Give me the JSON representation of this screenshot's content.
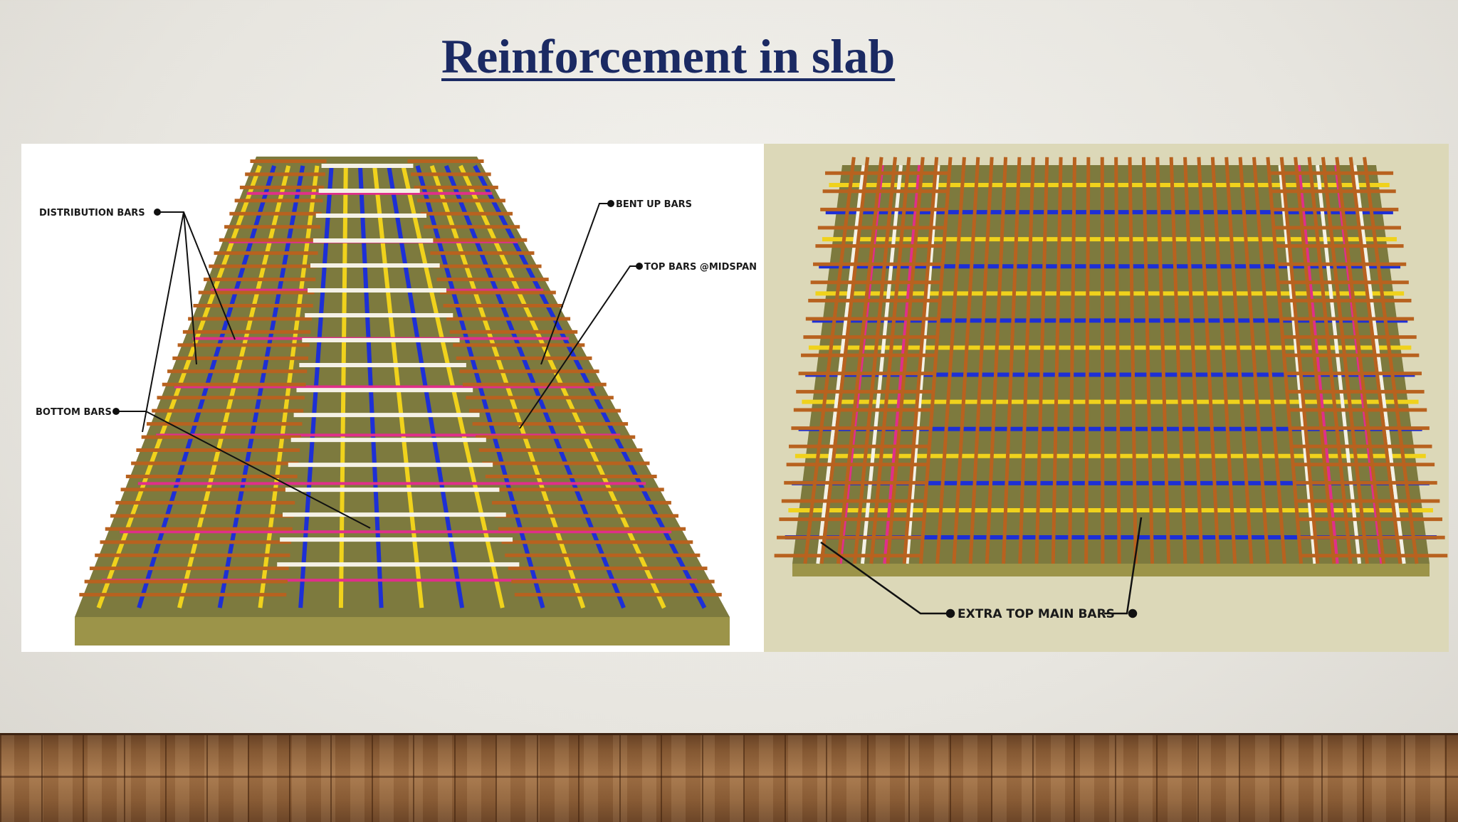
{
  "slide": {
    "title": "Reinforcement in slab"
  },
  "left_figure": {
    "labels": {
      "distribution_bars": "DISTRIBUTION BARS",
      "bent_up_bars": "BENT UP BARS",
      "top_bars_midspan": "TOP BARS @MIDSPAN",
      "bottom_bars": "BOTTOM BARS"
    }
  },
  "right_figure": {
    "labels": {
      "extra_top_main_bars": "EXTRA TOP MAIN BARS"
    }
  },
  "colors": {
    "title": "#1b2a63",
    "slab_top": "#7d7a3e",
    "slab_side": "#9c9449",
    "main_bars": "#b8621f",
    "blue_bars": "#1d2fd6",
    "yellow_bars": "#f0d21c",
    "pink_bars": "#e02f8a",
    "white_bars": "#f4f1e6",
    "floor_wood": "#8a5d36"
  },
  "background": {
    "floor": "wood-plank-floor"
  }
}
